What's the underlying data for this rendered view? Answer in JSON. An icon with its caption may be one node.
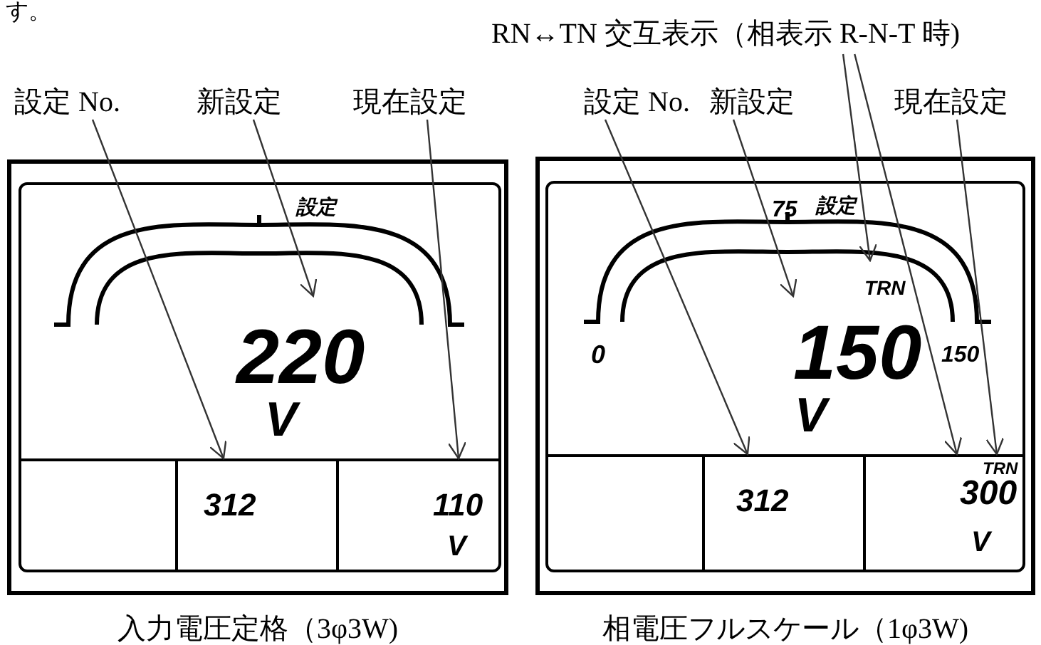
{
  "diagram": {
    "nodes": [
      {
        "text": [
          "RN↔TN 交互表示（相表示 R-N-T 時)"
        ]
      },
      {
        "text": [
          "設定 No."
        ]
      },
      {
        "text": [
          "新設定"
        ]
      },
      {
        "text": [
          "現在設定"
        ]
      },
      {
        "text": [
          "設定 No."
        ]
      },
      {
        "text": [
          "新設定"
        ]
      },
      {
        "text": [
          "現在設定"
        ]
      },
      {
        "text": [],
        "shape": "box",
        "beside": [
          "入力電圧定格（3φ3W)"
        ]
      },
      {
        "text": [
          "設定"
        ],
        "in": 7
      },
      {
        "text": [
          "220",
          "V"
        ],
        "in": 8
      },
      {
        "text": [],
        "shape": "box",
        "in": 8
      },
      {
        "text": [
          "312"
        ],
        "in": 8
      },
      {
        "text": [
          "110",
          "V"
        ],
        "in": 8
      },
      {
        "text": [],
        "shape": "box",
        "beside": [
          "相電圧フルスケール（1φ3W)"
        ]
      },
      {
        "text": [
          "設定"
        ],
        "in": 13
      },
      {
        "text": [
          "TRN",
          "150",
          "V"
        ],
        "in": 14
      },
      {
        "text": [],
        "shape": "box",
        "in": 14
      },
      {
        "text": [
          "312"
        ],
        "in": 14
      },
      {
        "text": [
          "TRN",
          "300",
          "V"
        ],
        "in": 14
      }
    ],
    "edges": [
      {
        "from": 1,
        "to": 11,
        "arrow": "to"
      },
      {
        "from": 2,
        "to": 9,
        "arrow": "to"
      },
      {
        "from": 3,
        "to": 12,
        "arrow": "to"
      },
      {
        "from": 4,
        "to": 17,
        "arrow": "to"
      },
      {
        "from": 5,
        "to": 15,
        "arrow": "to"
      },
      {
        "from": 0,
        "to": 15,
        "arrow": "to"
      },
      {
        "from": 0,
        "to": 18,
        "arrow": "to"
      },
      {
        "from": 6,
        "to": 18,
        "arrow": "to"
      }
    ],
    "labels": [
      "す。",
      "75",
      "0",
      "150"
    ]
  }
}
